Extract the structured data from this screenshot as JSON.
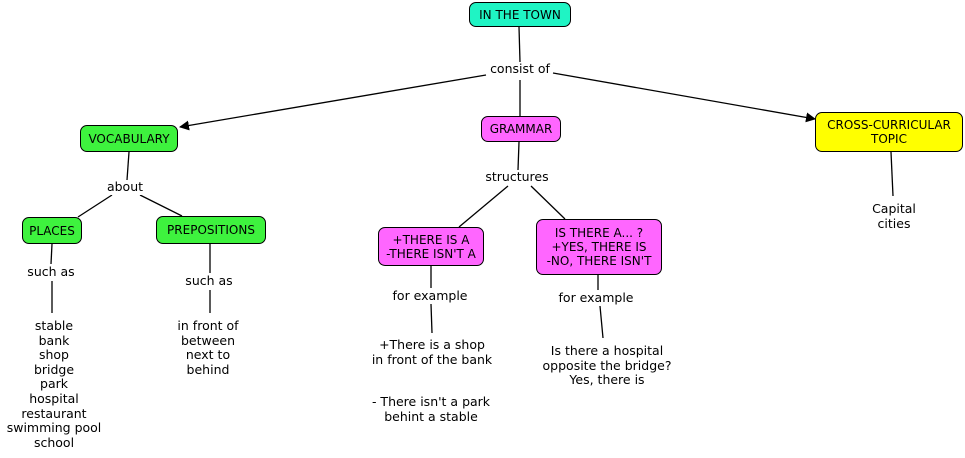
{
  "colors": {
    "root": "#1ff4c4",
    "vocabulary": "#3ef23e",
    "grammar": "#ff66ff",
    "topic": "#ffff00",
    "line": "#000000",
    "background": "#ffffff"
  },
  "nodes": {
    "root": "IN THE TOWN",
    "vocabulary": "VOCABULARY",
    "grammar": "GRAMMAR",
    "topic": "CROSS-CURRICULAR\nTOPIC",
    "places": "PLACES",
    "prepositions": "PREPOSITIONS",
    "there_is": "+THERE IS A\n-THERE ISN'T A",
    "is_there": "IS THERE A... ?\n+YES, THERE IS\n-NO, THERE ISN'T"
  },
  "links": {
    "consist_of": "consist of",
    "about": "about",
    "structures": "structures",
    "such_as_places": "such as",
    "such_as_prepositions": "such as",
    "for_example_there_is": "for example",
    "for_example_is_there": "for example"
  },
  "leaves": {
    "places_list": "stable\nbank\nshop\nbridge\npark\nhospital\nrestaurant\nswimming pool\nschool",
    "prepositions_list": "in front of\nbetween\nnext to\nbehind",
    "example_positive": "+There is a shop\nin front of the bank",
    "example_negative": "- There isn't a park\nbehint a stable",
    "example_question": "Is there a hospital\nopposite the bridge?\nYes, there is",
    "capital_cities": "Capital cities"
  }
}
